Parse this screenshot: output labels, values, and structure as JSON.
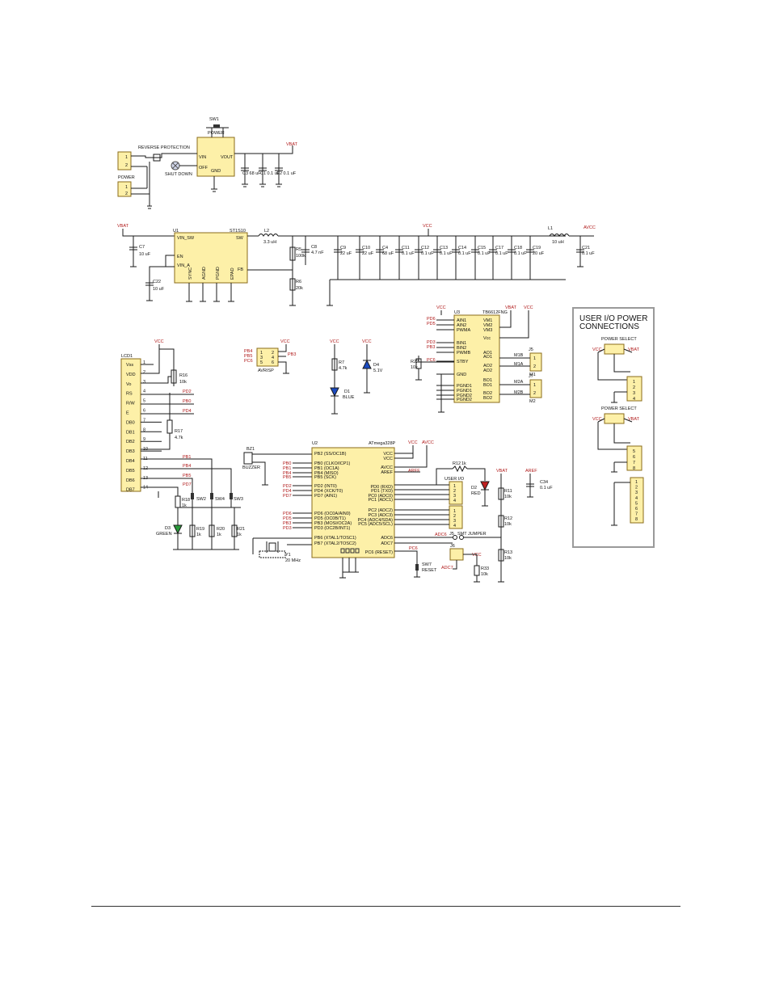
{
  "colors": {
    "chip": "#fdf0a8",
    "net_label": "#b01818",
    "wire": "#1a1a1a"
  },
  "top": {
    "switch_ref": "SW1",
    "switch_label": "POWER",
    "reverse_label": "REVERSE PROTECTION",
    "power_label": "POWER",
    "shutdown_label": "SHUT DOWN",
    "vin": "VIN",
    "off": "OFF",
    "vout": "VOUT",
    "gnd": "GND",
    "caps": [
      "C3 68 uF",
      "C1 0.1 uF",
      "C2 0.1 uF"
    ],
    "vbat": "VBAT"
  },
  "reg": {
    "u1": "U1",
    "part": "ST1S10",
    "vin_sw": "VIN_SW",
    "en": "EN",
    "vin_a": "VIN_A",
    "sw": "SW",
    "fb": "FB",
    "pins_bottom": [
      "SYNC",
      "AGND",
      "PGND",
      "EPAD"
    ],
    "vbat": "VBAT",
    "c7": "C7",
    "c7v": "10 uF",
    "c22": "C22",
    "c22v": "10 uF",
    "l2": "L2",
    "l2v": "3.3 uH",
    "r5": "R5",
    "r5v": "100k",
    "r6": "R6",
    "r6v": "20k",
    "c8": "C8",
    "c8v": "4.7 nF",
    "vcc": "VCC",
    "l1": "L1",
    "l1v": "10 uH",
    "avcc": "AVCC",
    "caps": [
      {
        "n": "C9",
        "v": "22 uF"
      },
      {
        "n": "C10",
        "v": "22 uF"
      },
      {
        "n": "C4",
        "v": "68 uF"
      },
      {
        "n": "C11",
        "v": "0.1 uF"
      },
      {
        "n": "C12",
        "v": "0.1 uF"
      },
      {
        "n": "C13",
        "v": "0.1 uF"
      },
      {
        "n": "C14",
        "v": "0.1 uF"
      },
      {
        "n": "C15",
        "v": "0.1 uF"
      },
      {
        "n": "C17",
        "v": "0.1 uF"
      },
      {
        "n": "C18",
        "v": "0.1 uF"
      },
      {
        "n": "C19",
        "v": "20 uF"
      }
    ],
    "c21": "C21",
    "c21v": "0.1 uF"
  },
  "lcd": {
    "ref": "LCD1",
    "vcc": "VCC",
    "pins": [
      "Vss",
      "VDD",
      "Vo",
      "RS",
      "R/W",
      "E",
      "DB0",
      "DB1",
      "DB2",
      "DB3",
      "DB4",
      "DB5",
      "DB6",
      "DB7"
    ],
    "r16": "R16",
    "r16v": "10k",
    "r17": "R17",
    "r17v": "4.7k",
    "nets": [
      "PD2",
      "PB0",
      "PD4",
      "PB1",
      "PB4",
      "PB5",
      "PD7"
    ],
    "sw": [
      "SW2",
      "SW4",
      "SW3"
    ],
    "r18": "R18",
    "r18v": "1k",
    "r19": "R19",
    "r19v": "1k",
    "r20": "R20",
    "r20v": "1k",
    "r21": "R21",
    "r21v": "1k",
    "d3": "D3",
    "d3v": "GREEN"
  },
  "avrisp": {
    "ref": "AVRISP",
    "vcc": "VCC",
    "pb3": "PB3",
    "left": [
      "PB4",
      "PB5",
      "PC6"
    ],
    "pins": [
      "1",
      "3",
      "5",
      "2",
      "4",
      "6"
    ]
  },
  "leds": {
    "r7": "R7",
    "r7v": "4.7k",
    "d1": "D1",
    "d1v": "BLUE",
    "d4": "D4",
    "d4v": "5.1V",
    "vcc": "VCC"
  },
  "motor": {
    "u3": "U3",
    "part": "TB6612FNG",
    "vbat": "VBAT",
    "vcc": "VCC",
    "left": [
      "AIN1",
      "AIN2",
      "PWMA",
      "BIN1",
      "BIN2",
      "PWMB",
      "STBY",
      "GND",
      "PGND1",
      "PGND1",
      "PGND2",
      "PGND2"
    ],
    "right": [
      "VM1",
      "VM2",
      "VM3",
      "Vcc",
      "AO1",
      "AO1",
      "AO2",
      "AO2",
      "BO1",
      "BO1",
      "BO2",
      "BO2"
    ],
    "nets": [
      "PD6",
      "PD5",
      "PD3",
      "PB3",
      "PC6"
    ],
    "r22": "R22",
    "r22v": "10k",
    "j5": "J5",
    "m1b": "M1B",
    "m1a": "M1A",
    "m1": "M1",
    "j7": "J7",
    "m2a": "M2A",
    "m2b": "M2B",
    "m2": "M2"
  },
  "mcu": {
    "u2": "U2",
    "part": "ATmega328P",
    "vcc": "VCC",
    "avcc": "AVCC",
    "aref": "AREF",
    "left": [
      "PB2 (SS/OC1B)",
      "PB0 (CLKO/ICP1)",
      "PB1 (OC1A)",
      "PB4 (MISO)",
      "PB5 (SCK)",
      "PD2 (INT0)",
      "PD4 (XCK/T0)",
      "PD7 (AIN1)",
      "PD6 (OC0A/AIN0)",
      "PD5 (OC0B/T1)",
      "PB3 (MOSI/OC2A)",
      "PD3 (OC2B/INT1)",
      "PB6 (XTAL1/TOSC1)",
      "PB7 (XTAL2/TOSC2)"
    ],
    "right": [
      "VCC",
      "VCC",
      "AVCC",
      "AREF",
      "PD0 (RXD)",
      "PD1 (TXD)",
      "PC0 (ADC0)",
      "PC1 (ADC1)",
      "PC2 (ADC2)",
      "PC3 (ADC3)",
      "PC4 (ADC4/SDA)",
      "PC5 (ADC5/SCL)",
      "ADC6",
      "ADC7",
      "PC6 (RESET)"
    ],
    "lnets": [
      "PB0",
      "PB1",
      "PB4",
      "PB5",
      "PD2",
      "PD4",
      "PD7",
      "PD6",
      "PD5",
      "PB3",
      "PD3"
    ],
    "bz": "BZ1",
    "bzv": "BUZZER",
    "y1": "Y1",
    "y1v": "20 MHz",
    "user_io": "USER I/O",
    "r12": "R12",
    "r12v": "1k",
    "d2": "D2",
    "d2v": "RED",
    "vbat": "VBAT",
    "r11": "R11",
    "r11v": "10k",
    "r12b": "R12",
    "r12bv": "10k",
    "r13": "R13",
    "r13v": "10k",
    "c34": "C34",
    "c34v": "0.1 uF",
    "adc6": "ADC6",
    "j5": "J5",
    "jumper": "SMT JUMPER",
    "j6": "J6",
    "adc7": "ADC7",
    "pc6": "PC6",
    "sw7": "SW7",
    "sw7v": "RESET",
    "r33": "R33",
    "r33v": "10k"
  },
  "panel": {
    "title1": "USER I/O POWER",
    "title2": "CONNECTIONS",
    "select": "POWER SELECT",
    "vcc": "VCC",
    "vbat": "VBAT",
    "pins1": [
      "1",
      "2",
      "3",
      "4"
    ],
    "pins2": [
      "5",
      "6",
      "7",
      "8"
    ],
    "pins3": [
      "1",
      "2",
      "3",
      "4",
      "5",
      "6",
      "7",
      "8"
    ]
  }
}
